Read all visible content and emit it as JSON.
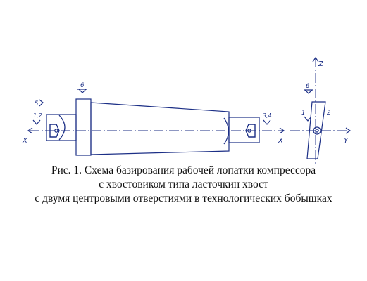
{
  "colors": {
    "line": "#1c2f86",
    "caption": "#111111",
    "background": "#ffffff"
  },
  "labels": {
    "x_left": "X",
    "x_right": "X",
    "y_axis": "Y",
    "z_axis": "Z",
    "point_5": "5",
    "points_12": "1,2",
    "points_34": "3,4",
    "point_6_left": "6",
    "point_6_right": "6",
    "point_1": "1",
    "point_2": "2"
  },
  "caption": {
    "line1": "Рис. 1. Схема базирования рабочей лопатки компрессора",
    "line2": "с хвостовиком типа ласточкин хвост",
    "line3": "с двумя центровыми отверстиями в технологических бобышках"
  }
}
